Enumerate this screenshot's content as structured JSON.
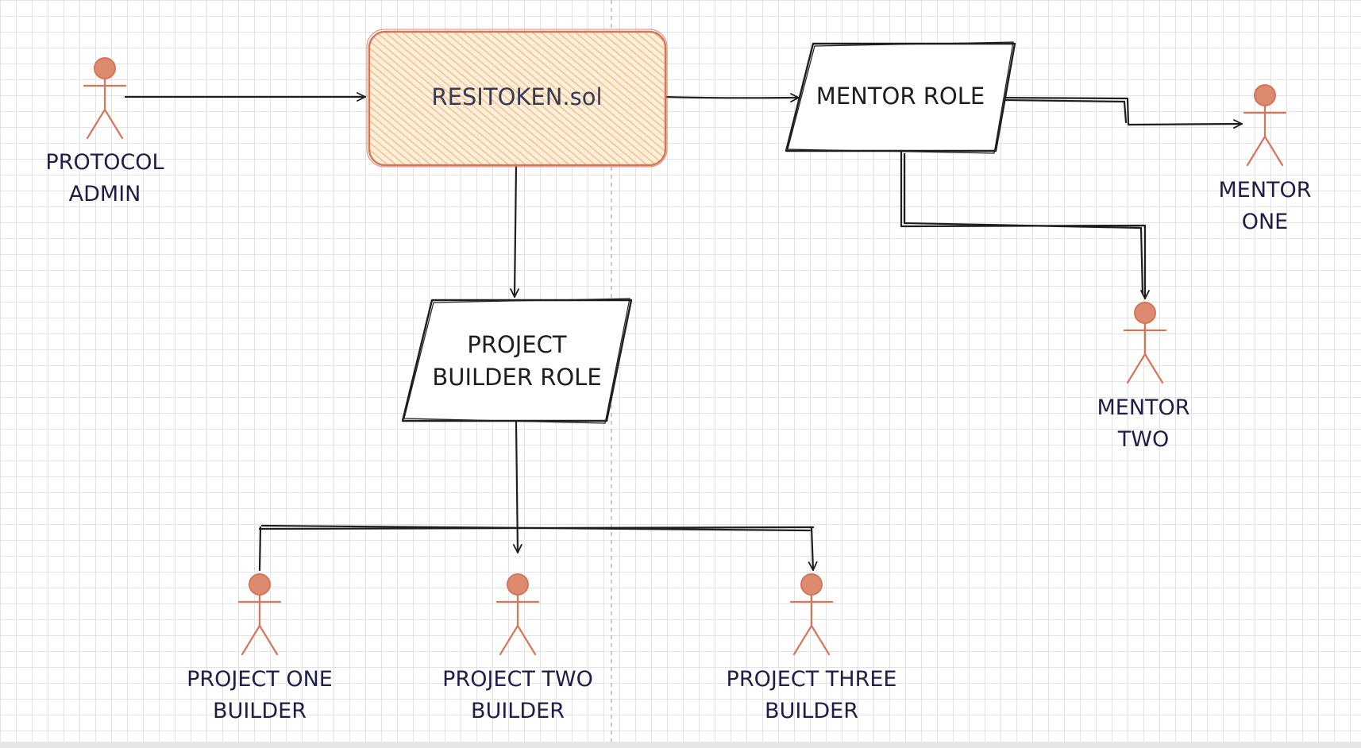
{
  "nodes": {
    "token": {
      "label": "RESITOKEN.sol"
    },
    "mentor_role": {
      "label": "MENTOR ROLE"
    },
    "builder_role": {
      "line1": "PROJECT",
      "line2": "BUILDER ROLE"
    }
  },
  "actors": {
    "protocol_admin": {
      "line1": "PROTOCOL",
      "line2": "ADMIN"
    },
    "mentor_one": {
      "line1": "MENTOR",
      "line2": "ONE"
    },
    "mentor_two": {
      "line1": "MENTOR",
      "line2": "TWO"
    },
    "project_one_builder": {
      "line1": "PROJECT ONE",
      "line2": "BUILDER"
    },
    "project_two_builder": {
      "line1": "PROJECT TWO",
      "line2": "BUILDER"
    },
    "project_three_builder": {
      "line1": "PROJECT THREE",
      "line2": "BUILDER"
    }
  },
  "colors": {
    "actor": "#d4765a",
    "token_fill": "#f5c56a",
    "token_stroke": "#d4765a",
    "text": "#1e1e46",
    "grid": "#e3e3e3"
  }
}
